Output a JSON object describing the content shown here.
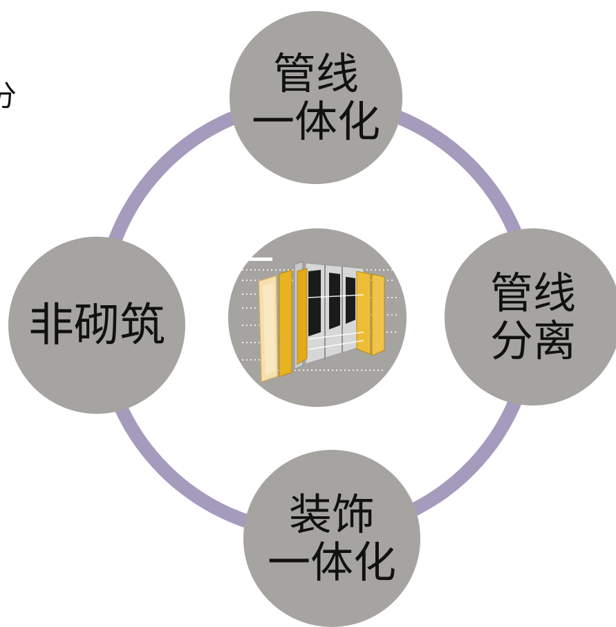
{
  "diagram": {
    "edge_text": "分",
    "nodes": {
      "top": {
        "lines": [
          "管线",
          "一体化"
        ]
      },
      "right": {
        "lines": [
          "管线",
          "分离"
        ]
      },
      "bottom": {
        "lines": [
          "装饰",
          "一体化"
        ]
      },
      "left": {
        "lines": [
          "非砌筑"
        ]
      }
    },
    "center_image": "wall-panel-layers-image"
  },
  "colors": {
    "ring": "#a59bbd",
    "node_fill": "#a5a4a1",
    "text": "#111111",
    "panel_yellow": "#e8b320",
    "panel_cream": "#f5dfae",
    "panel_black": "#1b1b1b"
  }
}
